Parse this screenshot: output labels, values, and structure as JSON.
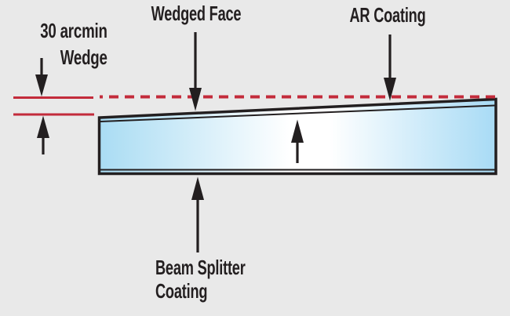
{
  "diagram": {
    "title_hint": "Wedged plate beam splitter diagram",
    "labels": {
      "wedge_annotation": {
        "line1": "30 arcmin",
        "line2": "Wedge"
      },
      "wedged_face": "Wedged Face",
      "ar_coating": "AR Coating",
      "beam_splitter": {
        "line1": "Beam Splitter",
        "line2": "Coating"
      }
    },
    "icons": {
      "down_arrow": "svg-triangle-down",
      "up_arrow": "svg-triangle-up"
    },
    "colors": {
      "background": "#e9e9e9",
      "line_red": "#c32b3b",
      "ink_black": "#231f20",
      "glass_blue_left": "#a9dcf3",
      "glass_white": "#ffffff",
      "glass_blue_right": "#a8dbf5"
    }
  }
}
